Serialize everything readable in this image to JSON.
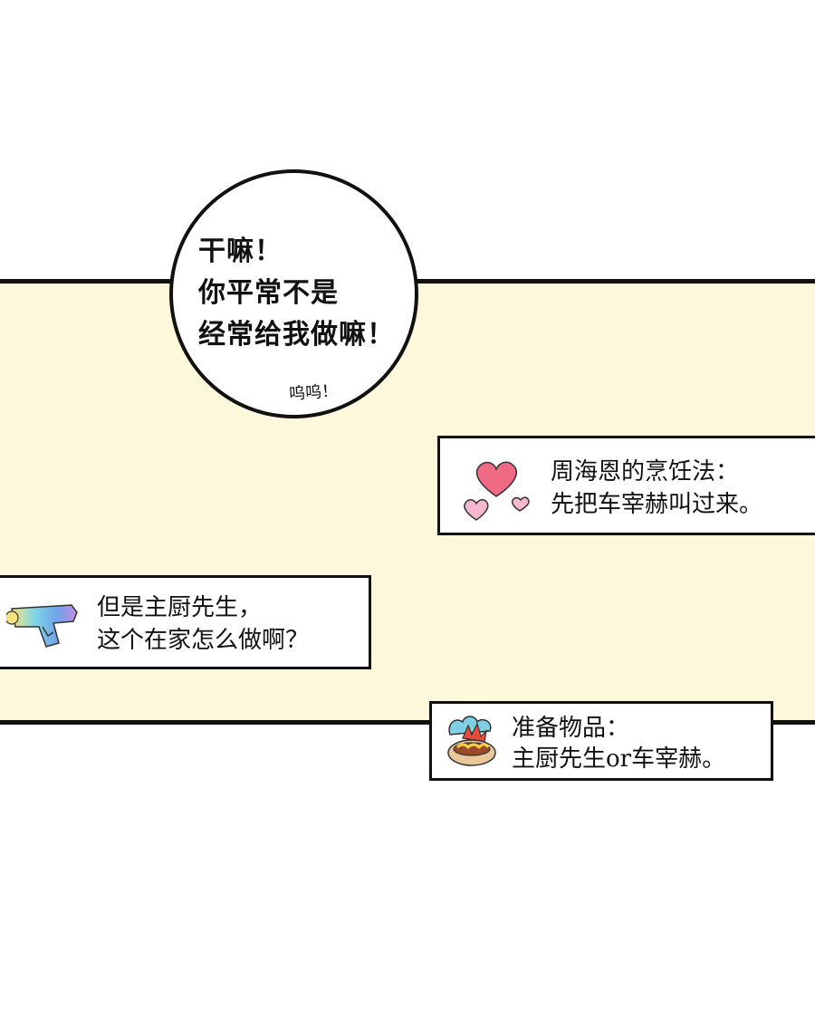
{
  "speech_bubble": {
    "lines": [
      "干嘛！",
      "你平常不是",
      "经常给我做嘛！"
    ],
    "sound_effect": "呜呜！"
  },
  "captions": [
    {
      "lines": [
        "周海恩的烹饪法：",
        "先把车宰赫叫过来。"
      ],
      "icon": "hearts-icon"
    },
    {
      "lines": [
        "但是主厨先生，",
        "这个在家怎么做啊？"
      ],
      "icon": "toy-gun-icon"
    },
    {
      "lines": [
        "准备物品：",
        "主厨先生or车宰赫。"
      ],
      "icon": "hotdog-icon"
    }
  ],
  "colors": {
    "panel_background": "#fdf7dc",
    "outline": "#111111",
    "heart_pink": "#f06a86",
    "heart_light_pink": "#f7b7cf"
  }
}
